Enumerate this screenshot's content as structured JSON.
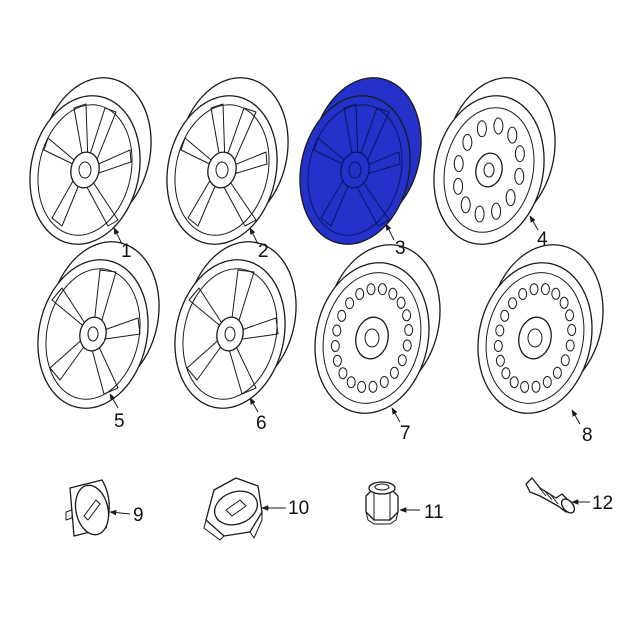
{
  "colors": {
    "line": "#1a1a1a",
    "highlight": "#2431c8",
    "background": "#ffffff"
  },
  "highlighted_part": "3",
  "parts": [
    {
      "number": "1",
      "icon": "alloy-wheel-split-spoke-icon"
    },
    {
      "number": "2",
      "icon": "alloy-wheel-split-spoke-icon"
    },
    {
      "number": "3",
      "icon": "alloy-wheel-split-spoke-icon"
    },
    {
      "number": "4",
      "icon": "steel-wheel-slotted-icon"
    },
    {
      "number": "5",
      "icon": "alloy-wheel-five-spoke-icon"
    },
    {
      "number": "6",
      "icon": "alloy-wheel-five-spoke-icon"
    },
    {
      "number": "7",
      "icon": "steel-wheel-round-holes-icon"
    },
    {
      "number": "8",
      "icon": "steel-wheel-round-holes-icon"
    },
    {
      "number": "9",
      "icon": "center-cap-icon"
    },
    {
      "number": "10",
      "icon": "hub-cover-icon"
    },
    {
      "number": "11",
      "icon": "lug-nut-icon"
    },
    {
      "number": "12",
      "icon": "tire-valve-stem-icon"
    }
  ]
}
